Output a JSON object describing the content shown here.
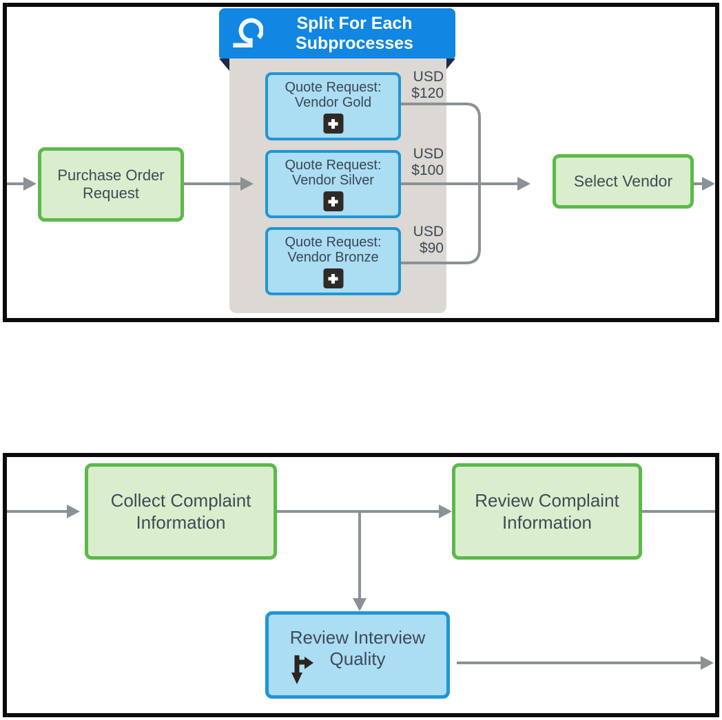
{
  "colors": {
    "panel_border": "#0b0b0b",
    "connector_gray": "#8b9194",
    "task_green_fill": "#daeecd",
    "task_green_border": "#5bb94b",
    "task_blue_fill": "#abddf3",
    "task_blue_border": "#2096d3",
    "group_fill": "#dcd8d3",
    "group_header_fill": "#1186e2",
    "fold_navy": "#1d2b47",
    "text_dark": "#3e4b57",
    "marker_dark": "#2e2a27"
  },
  "procurement": {
    "group": {
      "title": "Split For Each Subprocesses",
      "icon": "loop-icon"
    },
    "tasks": {
      "purchase_order": {
        "label": "Purchase Order Request"
      },
      "select_vendor": {
        "label": "Select Vendor"
      }
    },
    "subprocesses": [
      {
        "label": "Quote Request: Vendor Gold",
        "currency": "USD",
        "amount": "$120",
        "marker": "plus-icon"
      },
      {
        "label": "Quote Request: Vendor Silver",
        "currency": "USD",
        "amount": "$100",
        "marker": "plus-icon"
      },
      {
        "label": "Quote Request: Vendor Bronze",
        "currency": "USD",
        "amount": "$90",
        "marker": "plus-icon"
      }
    ]
  },
  "complaint": {
    "tasks": {
      "collect": {
        "label": "Collect Complaint Information"
      },
      "review": {
        "label": "Review Complaint Information"
      },
      "review_quality": {
        "label": "Review Interview Quality",
        "marker": "fork-icon"
      }
    }
  }
}
